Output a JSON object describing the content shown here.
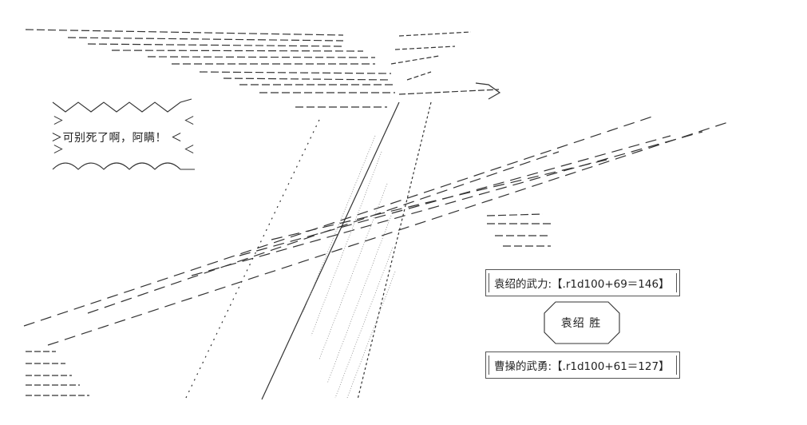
{
  "speech": {
    "text": "＞可别死了啊，阿瞒！ ＜"
  },
  "dice": {
    "roll_1": "袁绍的武力:【.r1d100+69＝146】",
    "roll_2": "曹操的武勇:【.r1d100+61＝127】"
  },
  "result": {
    "text": "袁绍 胜"
  },
  "art": {
    "ink": "#333333",
    "fill_gray": "#777777"
  }
}
